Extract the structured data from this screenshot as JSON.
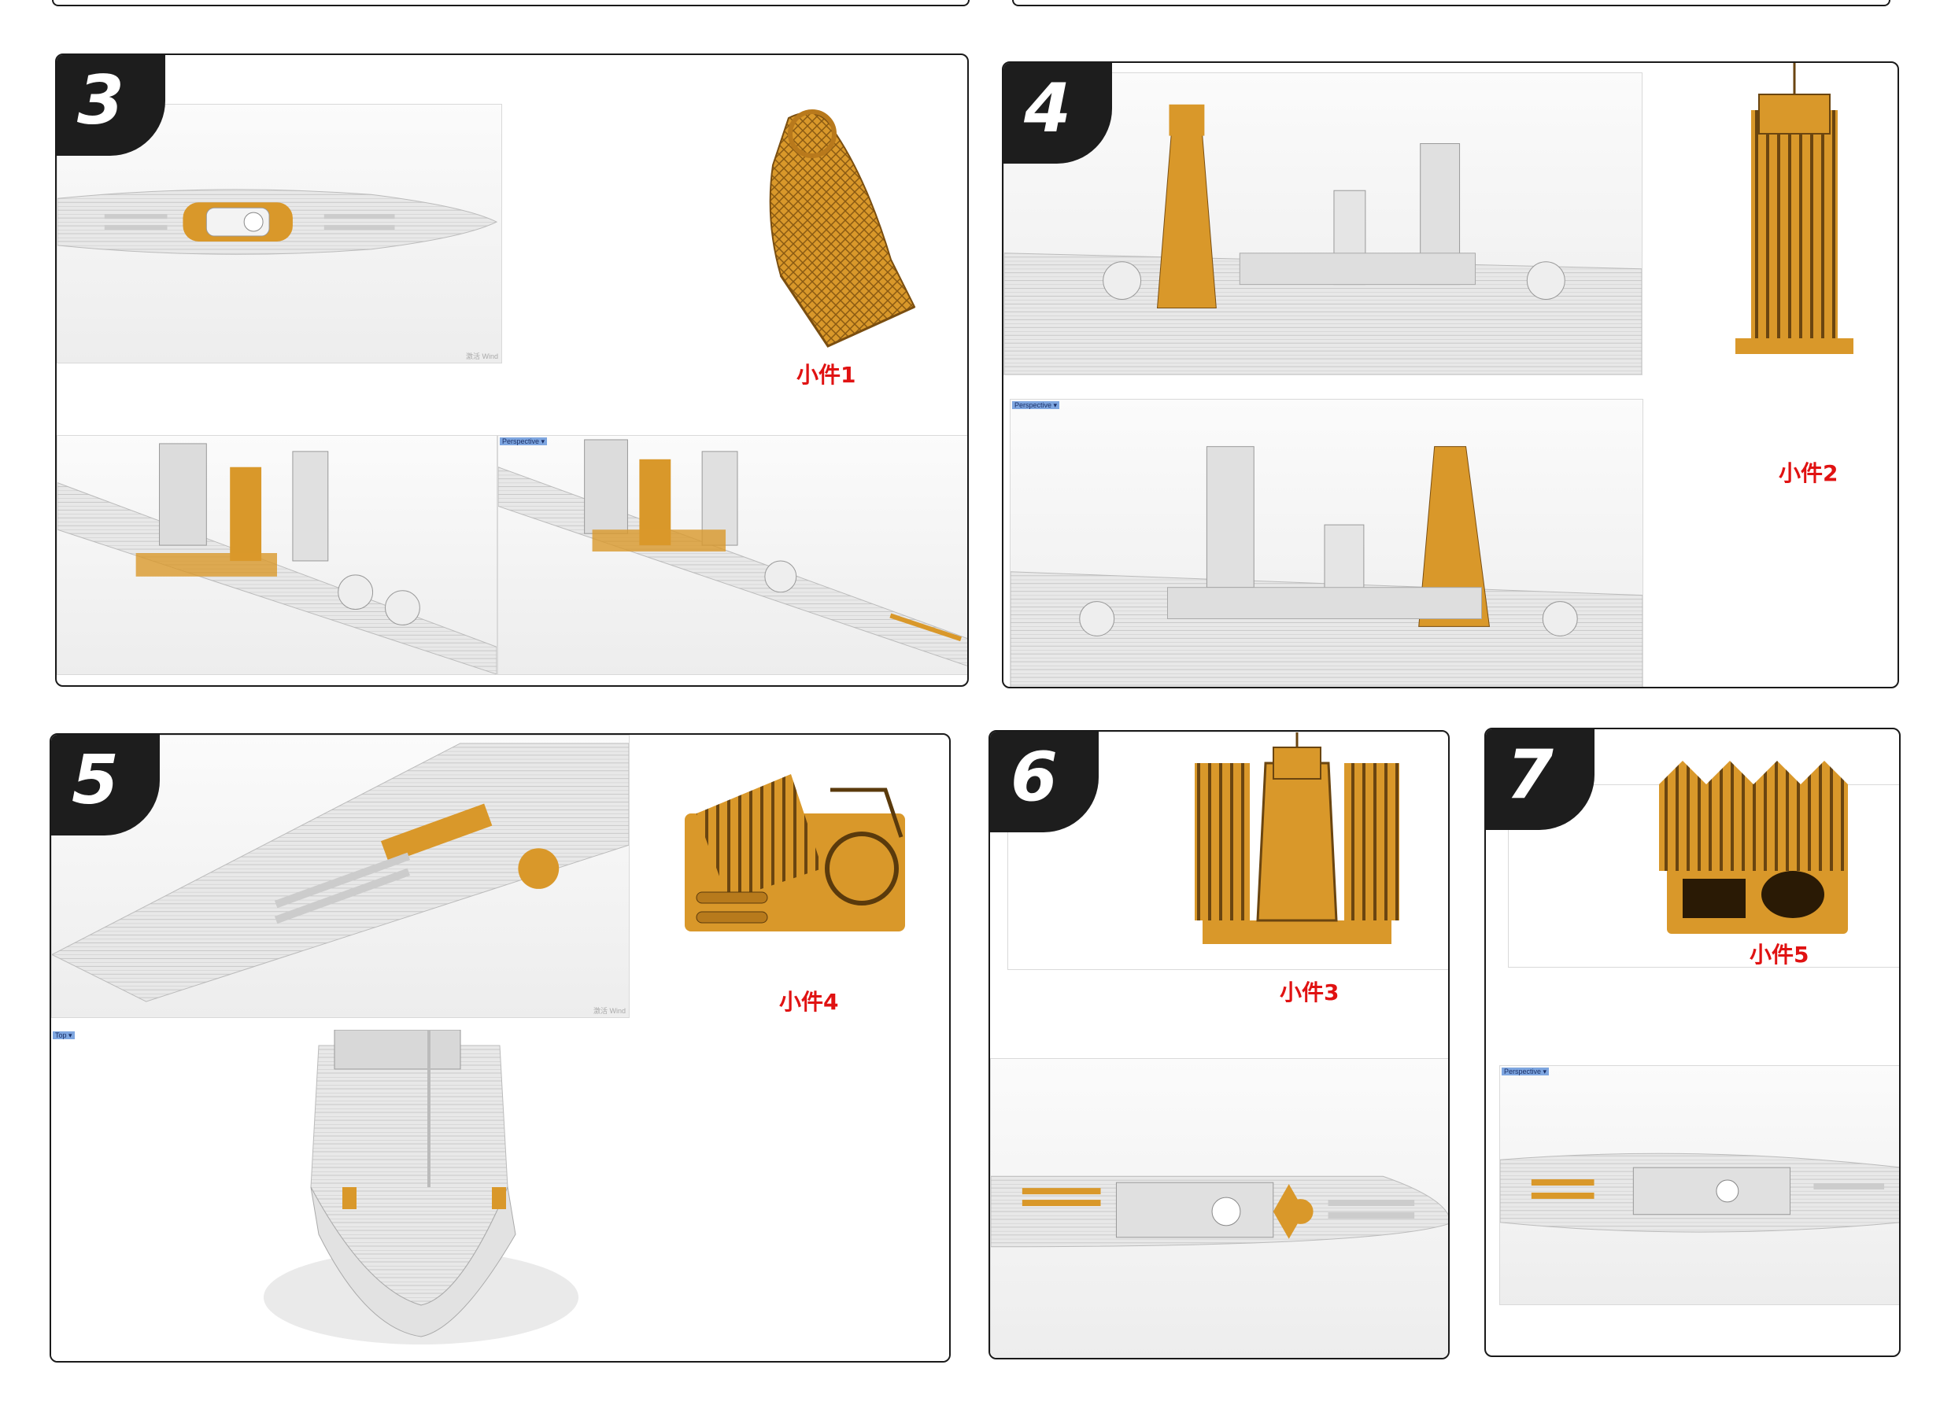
{
  "colors": {
    "accent": "#d9982a",
    "label_red": "#e01212",
    "badge": "#1d1d1d",
    "hull": "#e6e6e6"
  },
  "panels": [
    {
      "number": "3",
      "part_label": "小件1",
      "viewport_tag": "Perspective ▾",
      "watermark": "激活 Wind"
    },
    {
      "number": "4",
      "part_label": "小件2",
      "viewport_tag": "Perspective ▾"
    },
    {
      "number": "5",
      "part_label": "小件4",
      "viewport_tag": "Top ▾",
      "watermark": "激活 Wind"
    },
    {
      "number": "6",
      "part_label": "小件3"
    },
    {
      "number": "7",
      "part_label": "小件5",
      "viewport_tag": "Perspective ▾"
    }
  ]
}
